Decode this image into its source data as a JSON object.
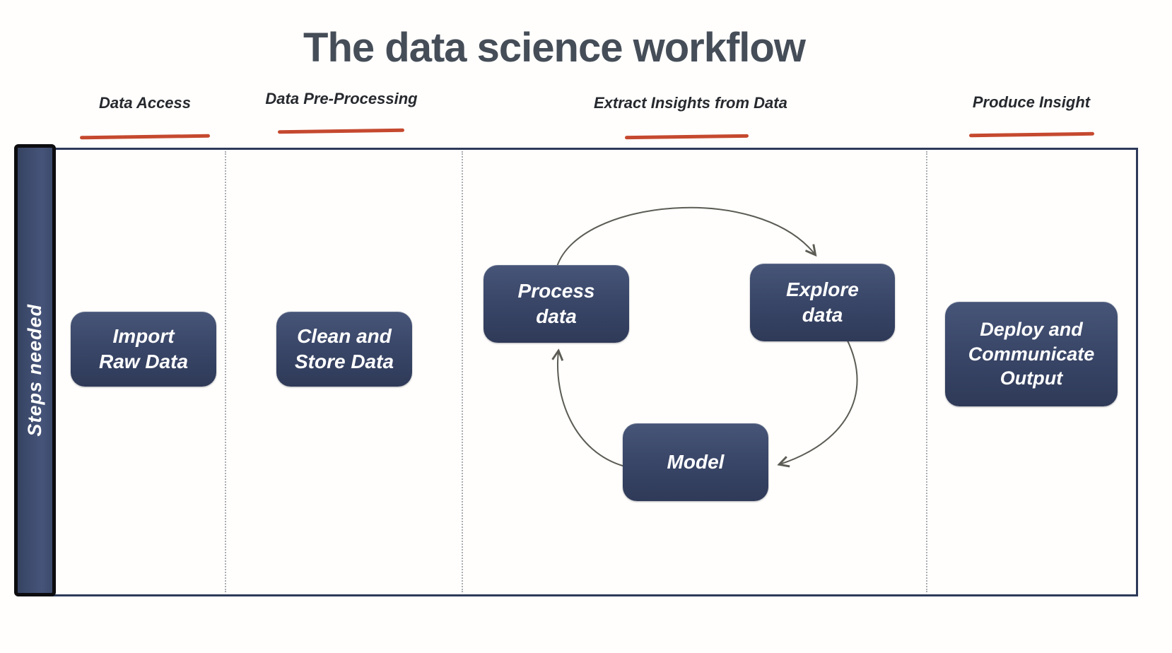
{
  "title": "The data science workflow",
  "phases": [
    {
      "label": "Data Access"
    },
    {
      "label": "Data Pre-Processing"
    },
    {
      "label": "Extract Insights from Data"
    },
    {
      "label": "Produce Insight"
    }
  ],
  "sidebar": {
    "label": "Steps needed"
  },
  "nodes": [
    {
      "id": "import-raw-data",
      "label": "Import\nRaw Data",
      "phase": "Data Access"
    },
    {
      "id": "clean-store-data",
      "label": "Clean and\nStore Data",
      "phase": "Data Pre-Processing"
    },
    {
      "id": "process-data",
      "label": "Process\ndata",
      "phase": "Extract Insights from Data"
    },
    {
      "id": "explore-data",
      "label": "Explore\ndata",
      "phase": "Extract Insights from Data"
    },
    {
      "id": "model",
      "label": "Model",
      "phase": "Extract Insights from Data"
    },
    {
      "id": "deploy-communicate-output",
      "label": "Deploy and\nCommunicate\nOutput",
      "phase": "Produce Insight"
    }
  ],
  "edges": [
    {
      "from": "process-data",
      "to": "explore-data"
    },
    {
      "from": "explore-data",
      "to": "model"
    },
    {
      "from": "model",
      "to": "process-data"
    }
  ],
  "colors": {
    "accent_red": "#c5492f",
    "node_navy_top": "#475578",
    "node_navy_bottom": "#2f3a58",
    "frame_navy": "#2d3a59",
    "title_text": "#454d58",
    "arrow_gray": "#5c5c55"
  }
}
